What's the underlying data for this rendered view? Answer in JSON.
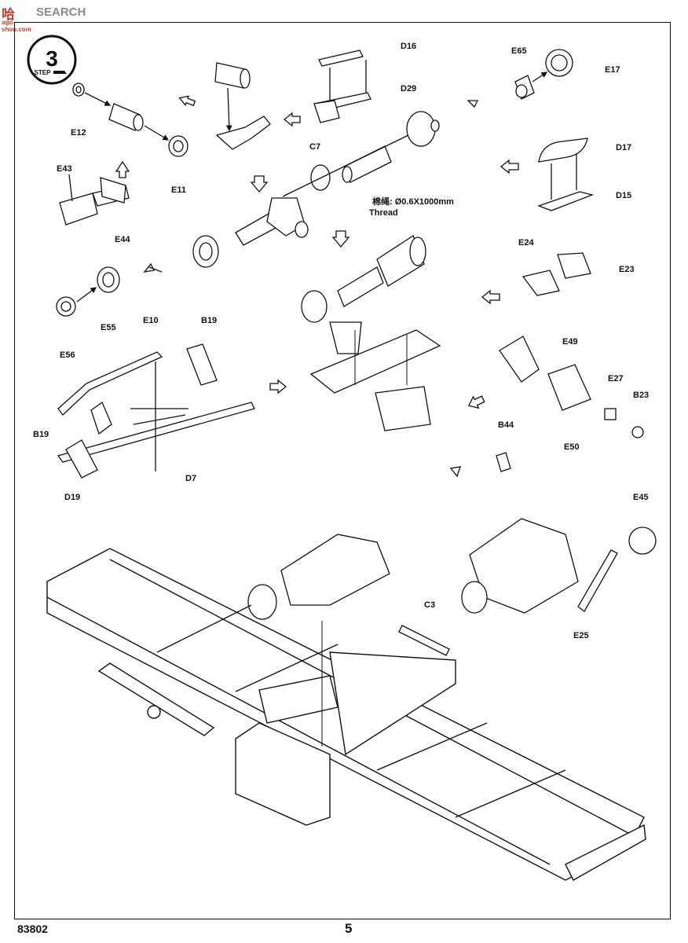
{
  "watermark": {
    "logo": "哈",
    "search": "SEARCH",
    "url": "ago-shou.com"
  },
  "step": {
    "word": "STEP",
    "number": "3"
  },
  "parts": {
    "E12": "E12",
    "E11": "E11",
    "E43": "E43",
    "E44": "E44",
    "D16": "D16",
    "D29": "D29",
    "C7": "C7",
    "E65": "E65",
    "E17": "E17",
    "D17": "D17",
    "D15": "D15",
    "E55": "E55",
    "E56": "E56",
    "E10": "E10",
    "B19a": "B19",
    "B19b": "B19",
    "D7": "D7",
    "D19": "D19",
    "E24": "E24",
    "E23": "E23",
    "E49": "E49",
    "E27": "E27",
    "B23": "B23",
    "E50": "E50",
    "B44": "B44",
    "E45": "E45",
    "C3": "C3",
    "E25": "E25"
  },
  "thread_note": {
    "line1": "棉绳: Ø0.6X1000mm",
    "line2": "Thread"
  },
  "footer": {
    "code": "83802",
    "page": "5"
  }
}
